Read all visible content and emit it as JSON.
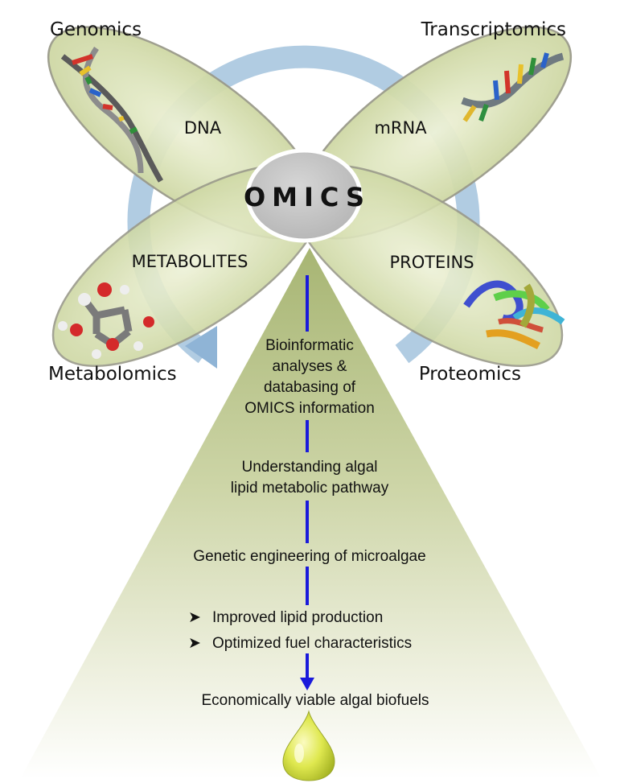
{
  "corners": {
    "genomics": "Genomics",
    "transcriptomics": "Transcriptomics",
    "metabolomics": "Metabolomics",
    "proteomics": "Proteomics"
  },
  "petals": {
    "dna": "DNA",
    "mrna": "mRNA",
    "metabolites": "METABOLITES",
    "proteins": "PROTEINS"
  },
  "center": {
    "label": "OMICS"
  },
  "steps": {
    "bioinformatic_line1": "Bioinformatic",
    "bioinformatic_line2": "analyses &",
    "bioinformatic_line3": "databasing of",
    "bioinformatic_line4": "OMICS information",
    "understanding_line1": "Understanding algal",
    "understanding_line2": "lipid metabolic pathway",
    "genetic": "Genetic engineering of microalgae",
    "bullet1": "Improved lipid production",
    "bullet2": "Optimized fuel characteristics",
    "final": "Economically viable algal biofuels"
  },
  "bullet_glyph": "➤",
  "colors": {
    "petal_fill": "#d9e2b6",
    "petal_stroke": "#9a9a8a",
    "cycle_arrow": "#a8c6df",
    "center_fill": "#c4c4c4",
    "flow_arrow": "#1a1adb",
    "cone_top": "#aebc7c",
    "drop": "#d8e04a"
  }
}
